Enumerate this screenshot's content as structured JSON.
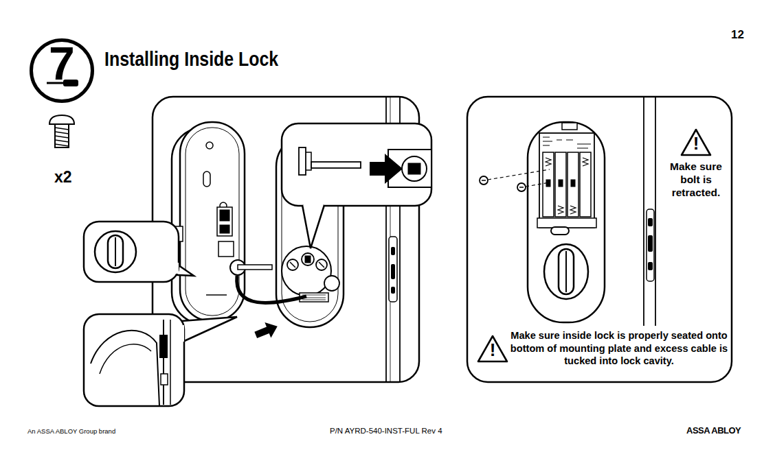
{
  "diagram": {
    "title": "Installing Inside Lock",
    "nodes": [
      {
        "text": [
          "7"
        ]
      },
      {
        "text": [
          "!",
          "Make sure bolt is retracted."
        ]
      },
      {
        "text": [
          "!",
          "Make sure inside lock is properly seated onto bottom of mounting plate and excess cable is tucked into lock cavity."
        ]
      }
    ],
    "labels": [
      "x2",
      "12",
      "An ASSA ABLOY Group brand",
      "P/N AYRD-540-INST-FUL Rev 4",
      "ASSA ABLOY"
    ]
  }
}
